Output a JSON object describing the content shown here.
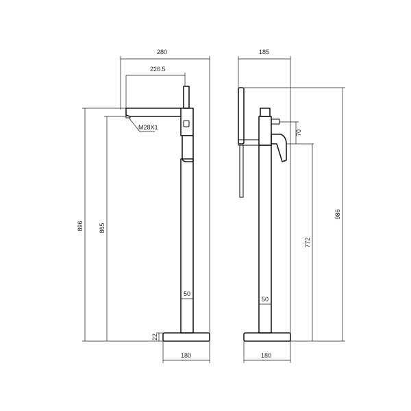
{
  "dimensions": {
    "front_overall_width": "280",
    "front_spout_reach": "226.5",
    "thread_size": "M28X1",
    "front_total_height": "896",
    "front_outlet_height": "865",
    "front_pipe_diameter": "50",
    "front_base_height": "22",
    "front_base_width": "180",
    "side_overall_width": "185",
    "side_total_height": "986",
    "side_handle_offset": "70",
    "side_inlet_height": "772",
    "side_pipe_diameter": "50",
    "side_base_width": "180"
  }
}
